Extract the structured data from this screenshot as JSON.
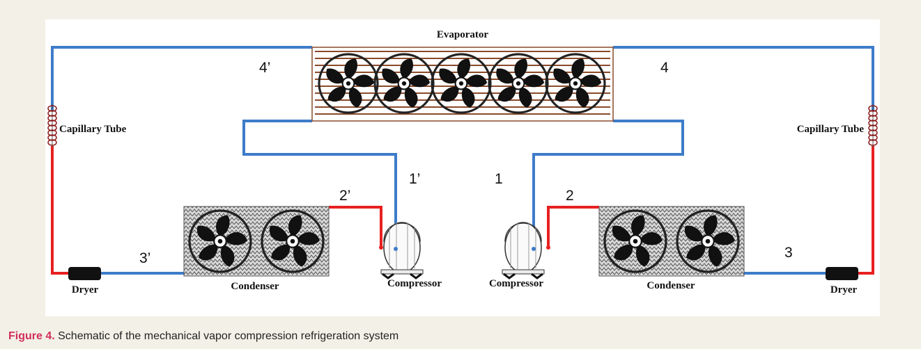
{
  "diagram": {
    "labels": {
      "evaporator": "Evaporator",
      "capillary_left": "Capillary Tube",
      "capillary_right": "Capillary Tube",
      "dryer_left": "Dryer",
      "dryer_right": "Dryer",
      "condenser_left": "Condenser",
      "condenser_right": "Condenser",
      "compressor_left": "Compressor",
      "compressor_right": "Compressor"
    },
    "points": {
      "p4_prime": "4’",
      "p4": "4",
      "p1_prime": "1’",
      "p1": "1",
      "p2_prime": "2’",
      "p2": "2",
      "p3_prime": "3’",
      "p3": "3"
    },
    "colors": {
      "low_pressure_line": "#3d7cc9",
      "high_pressure_line": "#e82020",
      "evaporator_coil": "#8a4a2a",
      "panel_background": "#f3f1e7",
      "caption_label": "#d22e5b"
    }
  },
  "caption": {
    "label": "Figure 4.",
    "text": " Schematic of the mechanical vapor compression refrigeration system"
  }
}
